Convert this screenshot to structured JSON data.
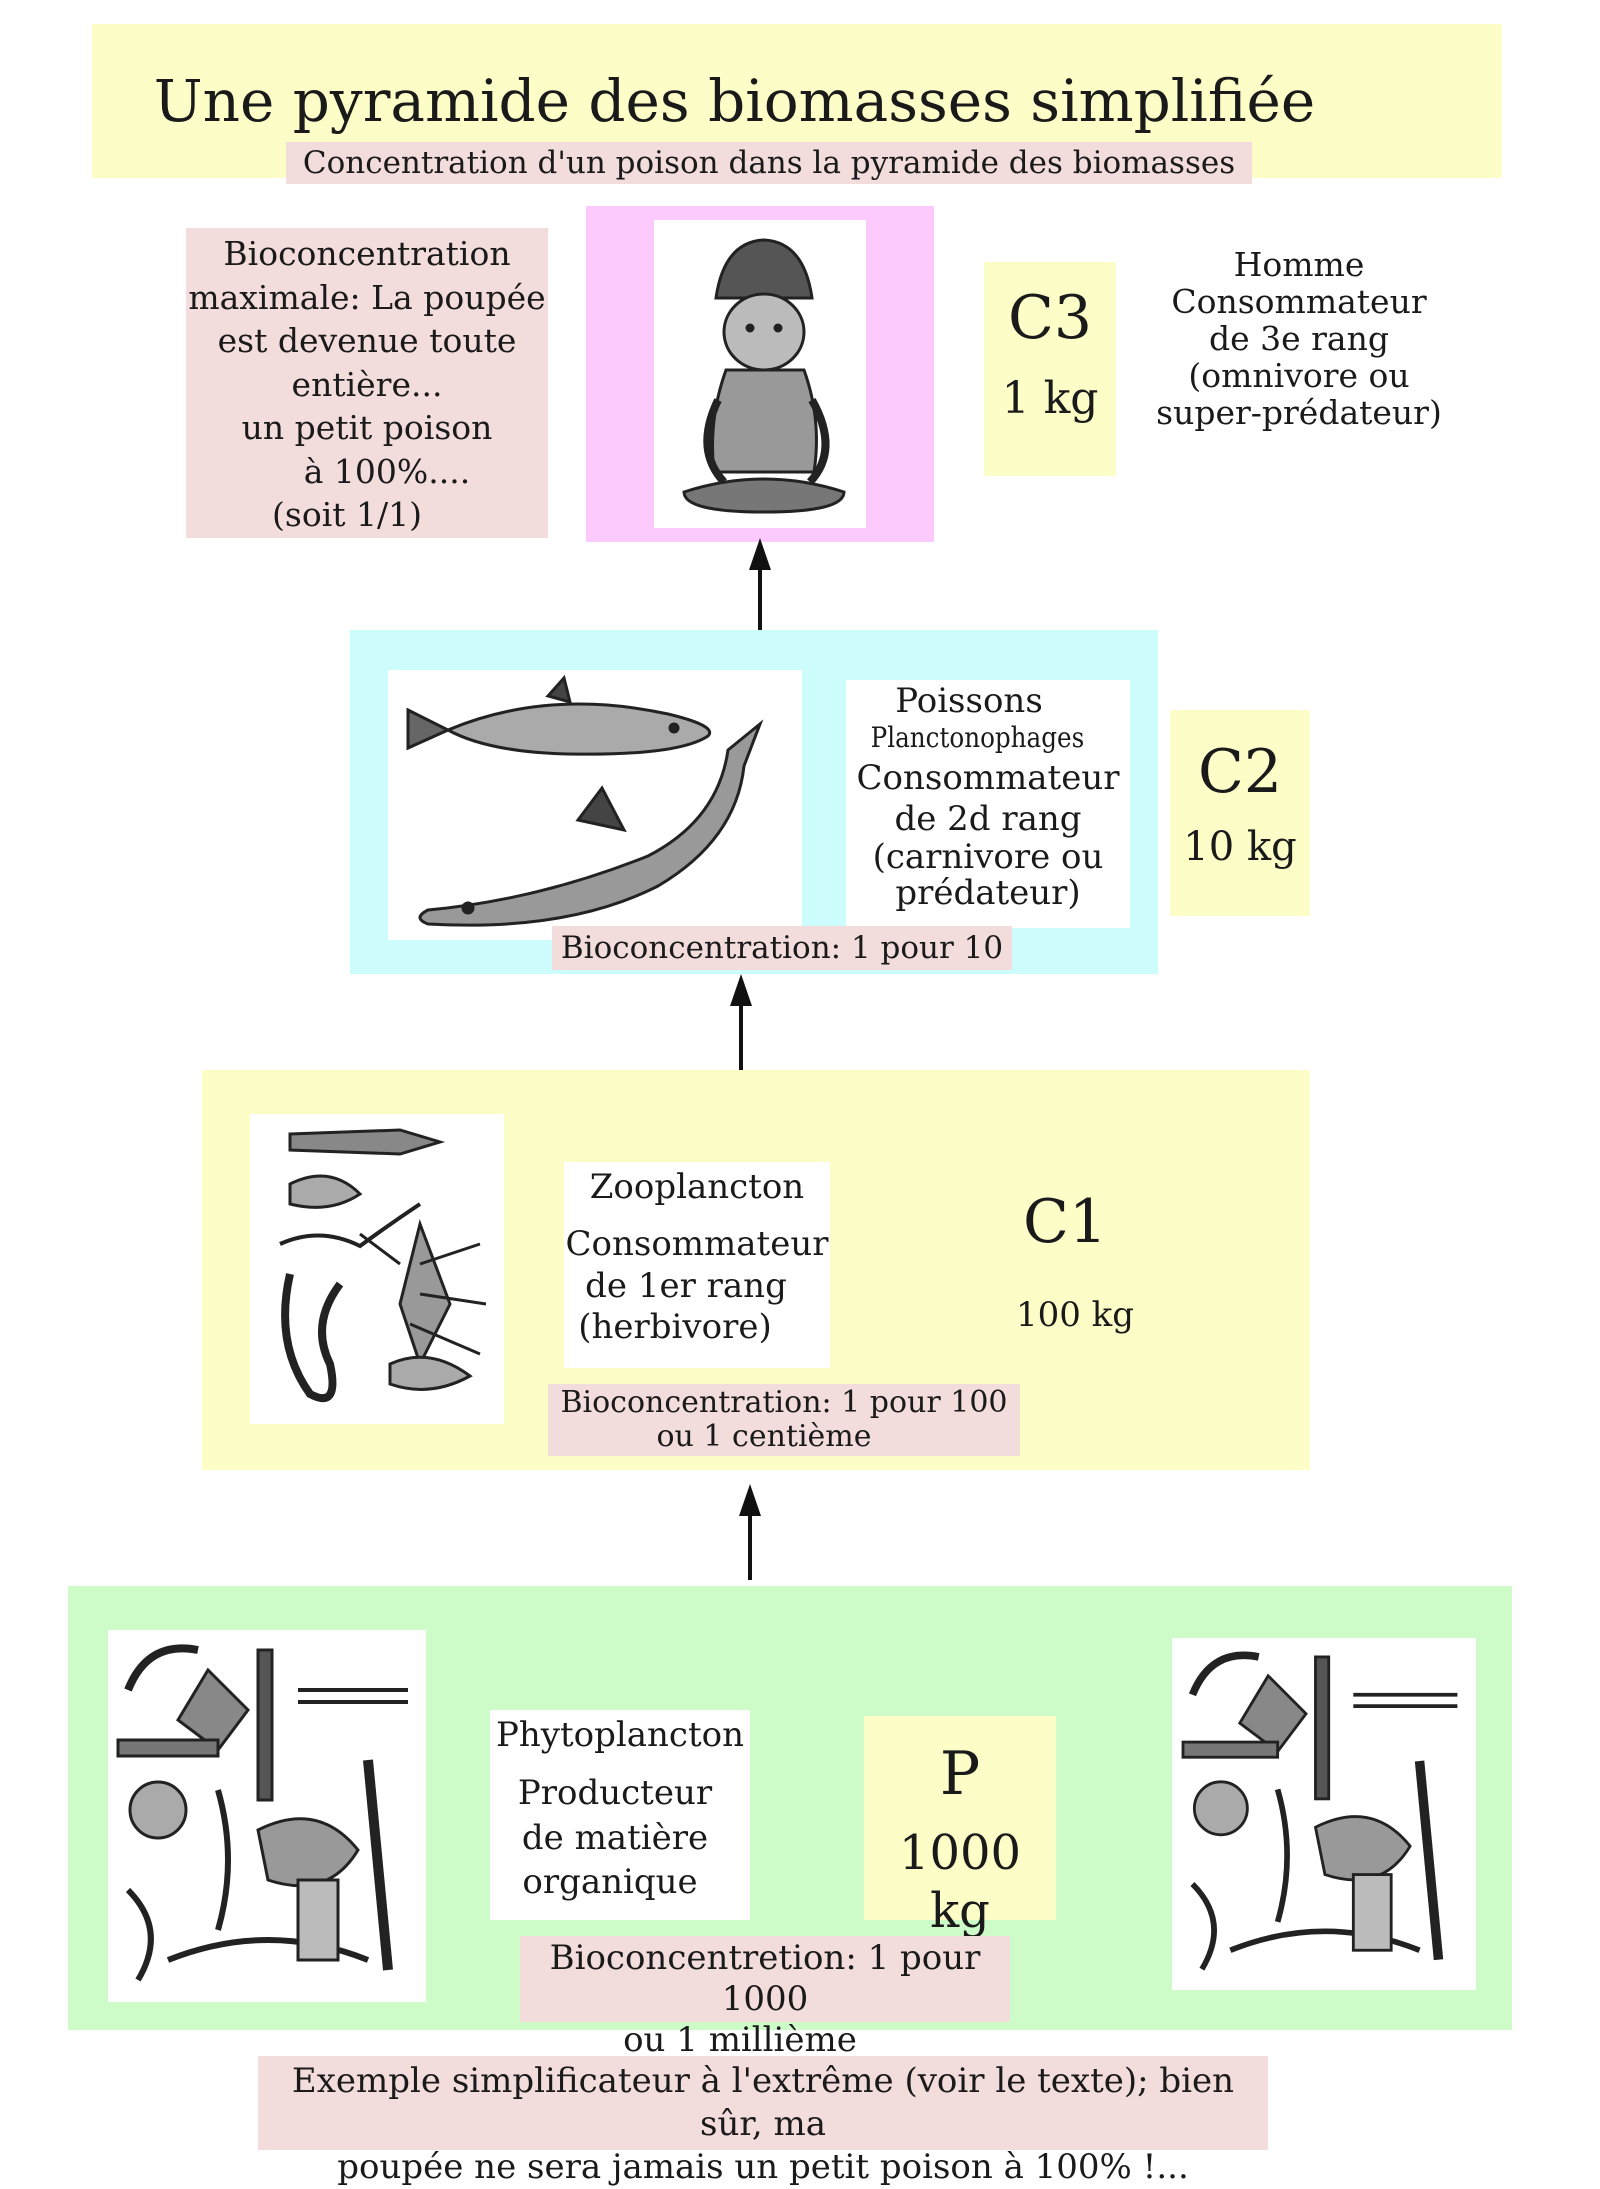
{
  "title": "Une pyramide des biomasses simplifiée",
  "subtitle": "Concentration d'un poison dans la pyramide des biomasses",
  "levels": {
    "c3": {
      "bioconcentration": [
        "Bioconcentration",
        "maximale: La poupée",
        "est devenue toute",
        "entière...",
        "un petit poison",
        "à 100%....",
        "(soit 1/1)"
      ],
      "code": "C3",
      "mass": "1 kg",
      "description": [
        "Homme",
        "Consommateur",
        "de 3e rang",
        "(omnivore ou",
        "super-prédateur)"
      ],
      "image_icon": "child-figurine-icon"
    },
    "c2": {
      "description": [
        "Poissons",
        "Planctonophages",
        "Consommateur",
        "de 2d rang",
        "(carnivore ou",
        "prédateur)"
      ],
      "code": "C2",
      "mass": "10 kg",
      "bioconcentration": "Bioconcentration: 1 pour 10",
      "image_icon": "fish-icon"
    },
    "c1": {
      "description": [
        "Zooplancton",
        "Consommateur",
        "de 1er rang",
        "(herbivore)"
      ],
      "code": "C1",
      "mass": "100 kg",
      "bioconcentration": [
        "Bioconcentration: 1 pour 100",
        "ou 1 centième"
      ],
      "image_icon": "zooplankton-icon"
    },
    "p": {
      "description": [
        "Phytoplancton",
        "Producteur",
        "de matière",
        "organique"
      ],
      "code": "P",
      "mass": "1000 kg",
      "bioconcentration": [
        "Bioconcentretion: 1 pour 1000",
        "ou 1 millième"
      ],
      "image_icon": "phytoplankton-icon"
    }
  },
  "footer": [
    "Exemple simplificateur à l'extrême (voir le texte); bien sûr, ma",
    "poupée ne sera jamais un petit poison à 100% !..."
  ],
  "colors": {
    "yellow": "#fdfdc8",
    "pink": "#f3dcdc",
    "magenta": "#fccafc",
    "cyan": "#cdfcfc",
    "green": "#cdfcc8"
  }
}
